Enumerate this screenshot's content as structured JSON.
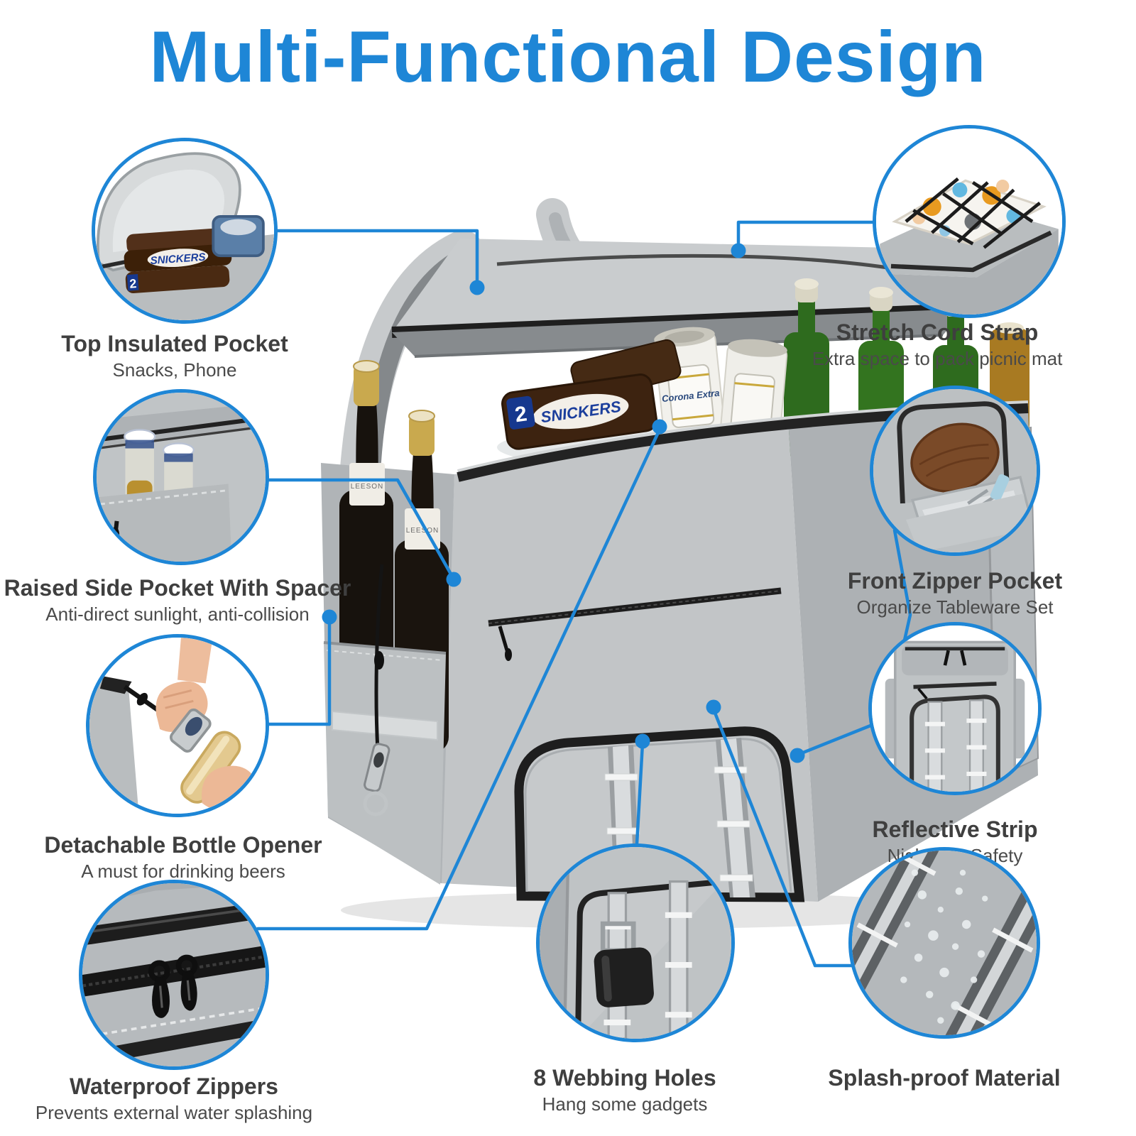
{
  "title": "Multi-Functional Design",
  "colors": {
    "accent": "#1e86d6",
    "heading_text": "#3f3f3f",
    "sub_text": "#4a4a4a",
    "bag_gray": "#c2c5c7"
  },
  "callouts": [
    {
      "heading": "Top Insulated Pocket",
      "sub": "Snacks, Phone"
    },
    {
      "heading": "Stretch Cord Strap",
      "sub": "Extra space to pack picnic mat"
    },
    {
      "heading": "Raised Side Pocket With Spacer",
      "sub": "Anti-direct sunlight, anti-collision"
    },
    {
      "heading": "Front Zipper Pocket",
      "sub": "Organize Tableware Set"
    },
    {
      "heading": "Detachable Bottle Opener",
      "sub": "A must for drinking beers"
    },
    {
      "heading": "Reflective Strip",
      "sub": "Nighttime Safety"
    },
    {
      "heading": "Waterproof Zippers",
      "sub": "Prevents external water splashing"
    },
    {
      "heading": "8 Webbing Holes",
      "sub": "Hang some gadgets"
    },
    {
      "heading": "Splash-proof Material",
      "sub": ""
    }
  ],
  "photo_texts": {
    "snickers": "SNICKERS",
    "snickers_count": "2",
    "corona": "Corona Extra",
    "wine_label": "LEESON"
  }
}
